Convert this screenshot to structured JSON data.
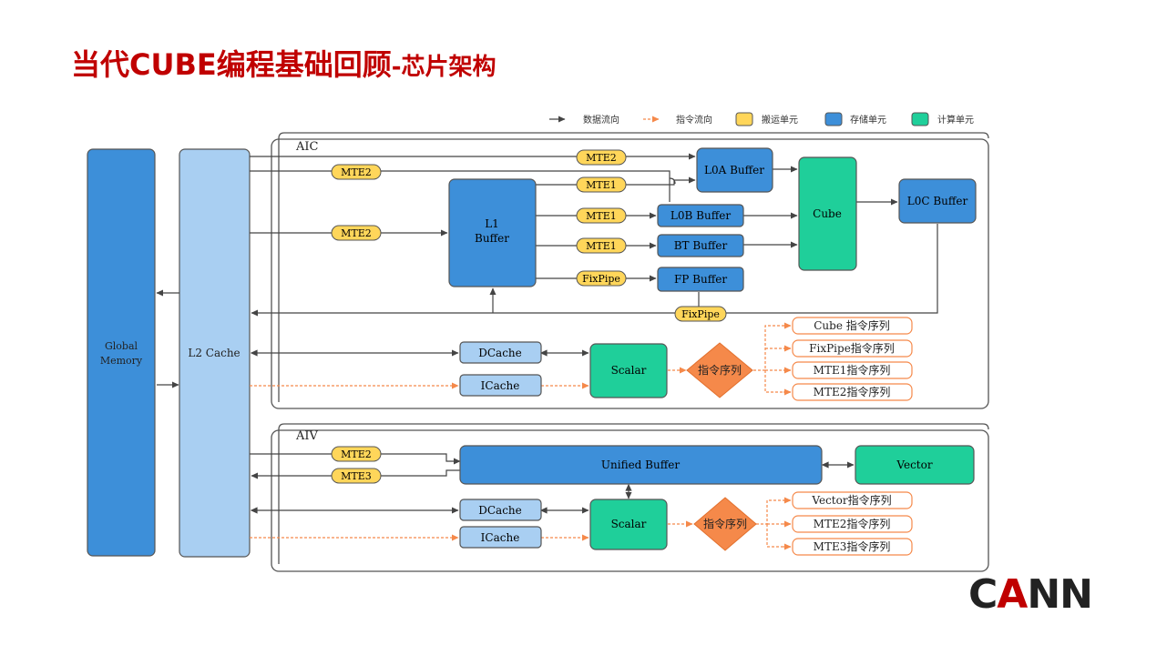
{
  "title": {
    "main": "当代CUBE编程基础回顾",
    "sub": "-芯片架构"
  },
  "legend": {
    "data_flow": "数据流向",
    "instr_flow": "指令流向",
    "move_unit": "搬运单元",
    "storage_unit": "存储单元",
    "compute_unit": "计算单元"
  },
  "colors": {
    "blue": "#3d8fd9",
    "light_blue": "#a9cff2",
    "yellow": "#ffd65a",
    "green": "#1fcf9a",
    "orange": "#f5894a",
    "title_red": "#c00000"
  },
  "global_memory": "Global\nMemory",
  "l2_cache": "L2 Cache",
  "aic": {
    "label": "AIC",
    "mte2_top": "MTE2",
    "mte2_row2": "MTE2",
    "mte2_mid": "MTE2",
    "mte1_a": "MTE1",
    "mte1_b": "MTE1",
    "mte1_c": "MTE1",
    "fixpipe": "FixPipe",
    "fixpipe_bottom": "FixPipe",
    "l1_buffer": "L1\nBuffer",
    "l0a_buffer": "L0A Buffer",
    "l0b_buffer": "L0B Buffer",
    "bt_buffer": "BT Buffer",
    "fp_buffer": "FP Buffer",
    "cube": "Cube",
    "l0c_buffer": "L0C Buffer",
    "dcache": "DCache",
    "icache": "ICache",
    "scalar": "Scalar",
    "instr_queue": "指令序列",
    "queues": [
      "Cube 指令序列",
      "FixPipe指令序列",
      "MTE1指令序列",
      "MTE2指令序列"
    ]
  },
  "aiv": {
    "label": "AIV",
    "mte2": "MTE2",
    "mte3": "MTE3",
    "unified_buffer": "Unified Buffer",
    "vector": "Vector",
    "dcache": "DCache",
    "icache": "ICache",
    "scalar": "Scalar",
    "instr_queue": "指令序列",
    "queues": [
      "Vector指令序列",
      "MTE2指令序列",
      "MTE3指令序列"
    ]
  },
  "logo": {
    "c": "C",
    "a": "A",
    "nn": "NN"
  }
}
